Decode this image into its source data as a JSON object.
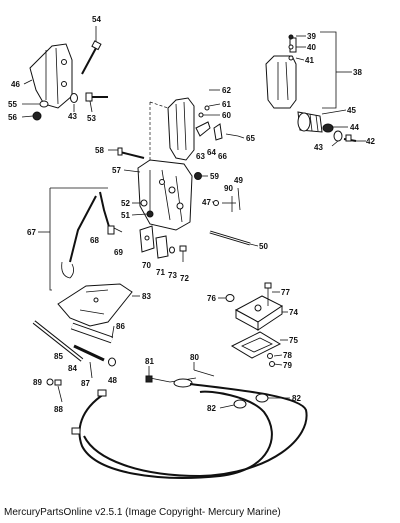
{
  "footer": "MercuryPartsOnline v2.5.1 (Image Copyright- Mercury Marine)",
  "callouts": {
    "c38": "38",
    "c39": "39",
    "c40": "40",
    "c41": "41",
    "c42": "42",
    "c43a": "43",
    "c43b": "43",
    "c44": "44",
    "c45": "45",
    "c46": "46",
    "c47": "47",
    "c48": "48",
    "c49": "49",
    "c50": "50",
    "c51": "51",
    "c52": "52",
    "c53": "53",
    "c54": "54",
    "c55": "55",
    "c56": "56",
    "c57": "57",
    "c58": "58",
    "c59": "59",
    "c60": "60",
    "c61": "61",
    "c62": "62",
    "c63": "63",
    "c64": "64",
    "c65": "65",
    "c66": "66",
    "c67": "67",
    "c68": "68",
    "c69": "69",
    "c70": "70",
    "c71": "71",
    "c72": "72",
    "c73": "73",
    "c74": "74",
    "c75": "75",
    "c76": "76",
    "c77": "77",
    "c78": "78",
    "c79": "79",
    "c80": "80",
    "c81": "81",
    "c82a": "82",
    "c82b": "82",
    "c83": "83",
    "c84": "84",
    "c85": "85",
    "c86": "86",
    "c87": "87",
    "c88": "88",
    "c89": "89",
    "c90": "90"
  }
}
